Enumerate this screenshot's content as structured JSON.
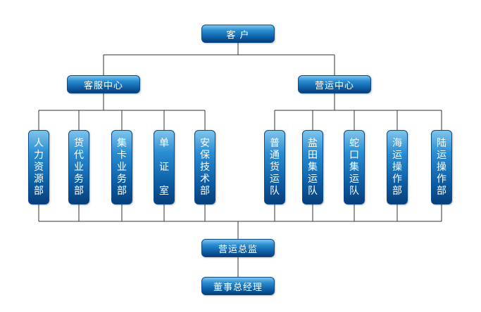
{
  "top": "客 户",
  "centers": {
    "left": "客服中心",
    "right": "营运中心"
  },
  "departments": [
    "人力资源部",
    "货代业务部",
    "集卡业务部",
    "单 证 室",
    "安保技术部",
    "普通货运队",
    "盐田集运队",
    "蛇口集运队",
    "海运操作部",
    "陆运操作部"
  ],
  "supervisor": "营运总监",
  "manager": "董事总经理",
  "colors": {
    "box_top": "#7fc4ec",
    "box_mid": "#1f7cc4",
    "box_bottom": "#073f7a",
    "line": "#333333"
  }
}
